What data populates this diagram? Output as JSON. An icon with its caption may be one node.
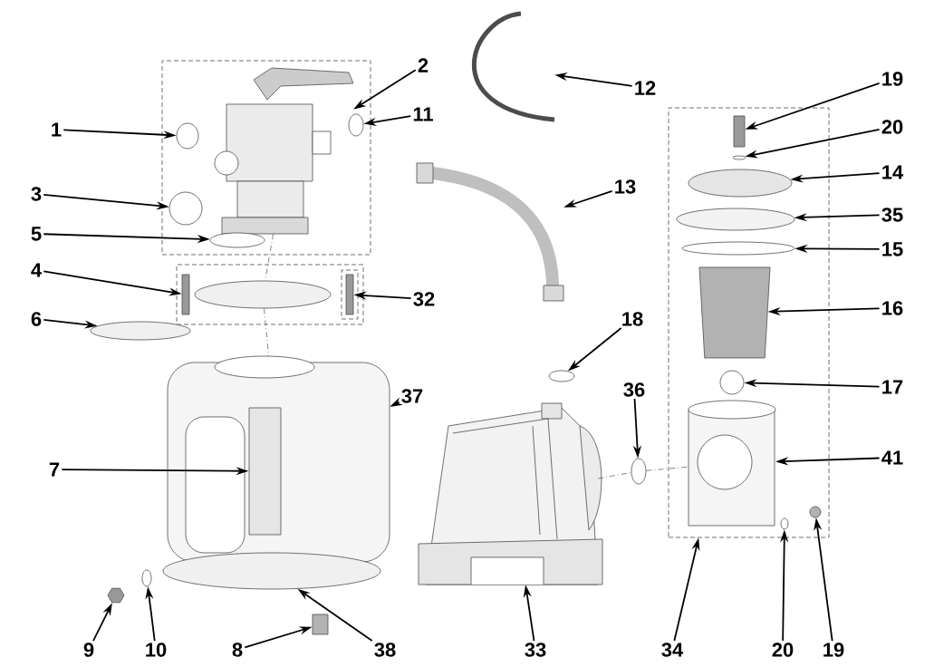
{
  "diagram": {
    "nodes": [
      {
        "text": [
          "2"
        ]
      },
      {
        "text": [
          "12"
        ]
      },
      {
        "text": [
          "19"
        ]
      },
      {
        "text": [
          "1"
        ]
      },
      {
        "text": [
          "11"
        ]
      },
      {
        "text": [
          "20"
        ]
      },
      {
        "text": [
          "3"
        ]
      },
      {
        "text": [
          "14"
        ]
      },
      {
        "text": [
          "13"
        ]
      },
      {
        "text": [
          "5"
        ]
      },
      {
        "text": [
          "35"
        ]
      },
      {
        "text": [
          "15"
        ]
      },
      {
        "text": [
          "4"
        ]
      },
      {
        "text": [
          "32"
        ]
      },
      {
        "text": [
          "16"
        ]
      },
      {
        "text": [
          "6"
        ]
      },
      {
        "text": [
          "18"
        ]
      },
      {
        "text": [
          "37"
        ]
      },
      {
        "text": [
          "17"
        ]
      },
      {
        "text": [
          "36"
        ]
      },
      {
        "text": [
          "7"
        ]
      },
      {
        "text": [
          "41"
        ]
      },
      {
        "text": [
          "9"
        ]
      },
      {
        "text": [
          "10"
        ]
      },
      {
        "text": [
          "8"
        ]
      },
      {
        "text": [
          "38"
        ]
      },
      {
        "text": [
          "33"
        ]
      },
      {
        "text": [
          "34"
        ]
      },
      {
        "text": [
          "20"
        ]
      },
      {
        "text": [
          "19"
        ]
      },
      {
        "text": [],
        "shape": "box"
      },
      {
        "text": [],
        "shape": "box"
      },
      {
        "text": [],
        "shape": "box",
        "in": 31
      },
      {
        "text": [],
        "shape": "box"
      },
      {
        "text": [],
        "shape": "picture",
        "in": 30
      },
      {
        "text": [],
        "shape": "picture"
      },
      {
        "text": [],
        "shape": "box",
        "in": 33
      },
      {
        "text": [],
        "shape": "circle",
        "in": 30
      },
      {
        "text": [],
        "shape": "circle",
        "in": 30
      },
      {
        "text": [],
        "shape": "circle",
        "in": 33
      },
      {
        "text": [],
        "shape": "circle",
        "in": 30
      },
      {
        "text": [],
        "shape": "circle",
        "in": 33
      },
      {
        "text": [],
        "shape": "picture"
      },
      {
        "text": [],
        "shape": "circle",
        "in": 30
      },
      {
        "text": [],
        "shape": "circle",
        "in": 33
      },
      {
        "text": [],
        "shape": "circle",
        "in": 33
      },
      {
        "text": [],
        "shape": "box",
        "in": 31
      },
      {
        "text": [],
        "shape": "circle",
        "in": 31
      },
      {
        "text": [],
        "shape": "box",
        "in": 32
      },
      {
        "text": [],
        "shape": "trapezoid",
        "in": 33
      },
      {
        "text": [],
        "shape": "circle"
      },
      {
        "text": [],
        "shape": "circle"
      },
      {
        "text": [],
        "shape": "picture"
      },
      {
        "text": [],
        "shape": "circle",
        "in": 33
      },
      {
        "text": [],
        "shape": "circle"
      },
      {
        "text": [],
        "shape": "box",
        "in": 52
      },
      {
        "text": [],
        "shape": "picture",
        "in": 33
      },
      {
        "text": [],
        "shape": "hexagon"
      },
      {
        "text": [],
        "shape": "circle"
      },
      {
        "text": [],
        "shape": "box"
      },
      {
        "text": [],
        "shape": "circle"
      },
      {
        "text": [],
        "shape": "picture"
      },
      {
        "text": [],
        "shape": "circle",
        "in": 33
      },
      {
        "text": [],
        "shape": "circle",
        "in": 33
      }
    ],
    "edges": [
      {
        "from": 0,
        "to": 34,
        "arrow": "to"
      },
      {
        "from": 1,
        "to": 35,
        "arrow": "to"
      },
      {
        "from": 2,
        "to": 36,
        "arrow": "to"
      },
      {
        "from": 3,
        "to": 37,
        "arrow": "to"
      },
      {
        "from": 4,
        "to": 38,
        "arrow": "to"
      },
      {
        "from": 5,
        "to": 39,
        "arrow": "to"
      },
      {
        "from": 6,
        "to": 40,
        "arrow": "to"
      },
      {
        "from": 7,
        "to": 41,
        "arrow": "to"
      },
      {
        "from": 8,
        "to": 42,
        "arrow": "to"
      },
      {
        "from": 9,
        "to": 43,
        "arrow": "to"
      },
      {
        "from": 10,
        "to": 44,
        "arrow": "to"
      },
      {
        "from": 11,
        "to": 45,
        "arrow": "to"
      },
      {
        "from": 12,
        "to": 46,
        "arrow": "to"
      },
      {
        "from": 13,
        "to": 48,
        "arrow": "to"
      },
      {
        "from": 14,
        "to": 49,
        "arrow": "to"
      },
      {
        "from": 15,
        "to": 50,
        "arrow": "to"
      },
      {
        "from": 16,
        "to": 51,
        "arrow": "to"
      },
      {
        "from": 17,
        "to": 52,
        "arrow": "to"
      },
      {
        "from": 18,
        "to": 53,
        "arrow": "to"
      },
      {
        "from": 19,
        "to": 54,
        "arrow": "to"
      },
      {
        "from": 20,
        "to": 55,
        "arrow": "to"
      },
      {
        "from": 21,
        "to": 56,
        "arrow": "to"
      },
      {
        "from": 22,
        "to": 57,
        "arrow": "to"
      },
      {
        "from": 23,
        "to": 58,
        "arrow": "to"
      },
      {
        "from": 24,
        "to": 59,
        "arrow": "to"
      },
      {
        "from": 25,
        "to": 60,
        "arrow": "to"
      },
      {
        "from": 26,
        "to": 61,
        "arrow": "to"
      },
      {
        "from": 27,
        "to": 33,
        "arrow": "to"
      },
      {
        "from": 28,
        "to": 62,
        "arrow": "to"
      },
      {
        "from": 29,
        "to": 63,
        "arrow": "to"
      },
      {
        "from": 34,
        "to": 47,
        "arrow": "none",
        "style": "dashed",
        "color": "#666666"
      },
      {
        "from": 47,
        "to": 52,
        "arrow": "none",
        "style": "dashed",
        "color": "#666666"
      },
      {
        "from": 61,
        "to": 54,
        "arrow": "none",
        "style": "dashed",
        "color": "#666666"
      },
      {
        "from": 54,
        "to": 56,
        "arrow": "none",
        "style": "dashed",
        "color": "#666666"
      }
    ]
  }
}
